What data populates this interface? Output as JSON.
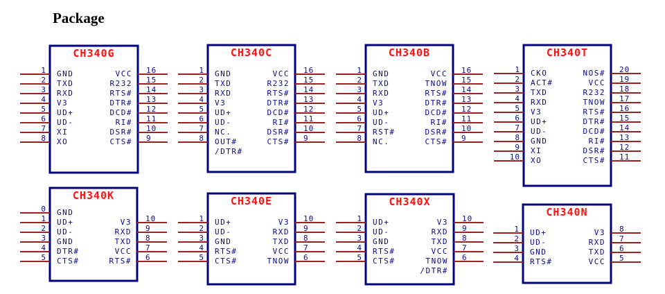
{
  "title": "Package",
  "chips": [
    {
      "name": "CH340G",
      "left_pins": [
        {
          "num": "1",
          "label": "GND"
        },
        {
          "num": "2",
          "label": "TXD"
        },
        {
          "num": "3",
          "label": "RXD"
        },
        {
          "num": "4",
          "label": "V3"
        },
        {
          "num": "5",
          "label": "UD+"
        },
        {
          "num": "6",
          "label": "UD-"
        },
        {
          "num": "7",
          "label": "XI"
        },
        {
          "num": "8",
          "label": "XO"
        }
      ],
      "right_pins": [
        {
          "num": "16",
          "label": "VCC"
        },
        {
          "num": "15",
          "label": "R232"
        },
        {
          "num": "14",
          "label": "RTS#"
        },
        {
          "num": "13",
          "label": "DTR#"
        },
        {
          "num": "12",
          "label": "DCD#"
        },
        {
          "num": "11",
          "label": "RI#"
        },
        {
          "num": "10",
          "label": "DSR#"
        },
        {
          "num": "9",
          "label": "CTS#"
        }
      ],
      "extra_labels": []
    },
    {
      "name": "CH340C",
      "left_pins": [
        {
          "num": "1",
          "label": "GND"
        },
        {
          "num": "2",
          "label": "TXD"
        },
        {
          "num": "3",
          "label": "RXD"
        },
        {
          "num": "4",
          "label": "V3"
        },
        {
          "num": "5",
          "label": "UD+"
        },
        {
          "num": "6",
          "label": "UD-"
        },
        {
          "num": "7",
          "label": "NC."
        },
        {
          "num": "8",
          "label": "OUT#"
        }
      ],
      "right_pins": [
        {
          "num": "16",
          "label": "VCC"
        },
        {
          "num": "15",
          "label": "R232"
        },
        {
          "num": "14",
          "label": "RTS#"
        },
        {
          "num": "13",
          "label": "DTR#"
        },
        {
          "num": "12",
          "label": "DCD#"
        },
        {
          "num": "11",
          "label": "RI#"
        },
        {
          "num": "10",
          "label": "DSR#"
        },
        {
          "num": "9",
          "label": "CTS#"
        }
      ],
      "extra_labels": [
        {
          "side": "left",
          "label": "/DTR#"
        }
      ]
    },
    {
      "name": "CH340B",
      "left_pins": [
        {
          "num": "1",
          "label": "GND"
        },
        {
          "num": "2",
          "label": "TXD"
        },
        {
          "num": "3",
          "label": "RXD"
        },
        {
          "num": "4",
          "label": "V3"
        },
        {
          "num": "5",
          "label": "UD+"
        },
        {
          "num": "6",
          "label": "UD-"
        },
        {
          "num": "7",
          "label": "RST#"
        },
        {
          "num": "8",
          "label": "NC."
        }
      ],
      "right_pins": [
        {
          "num": "16",
          "label": "VCC"
        },
        {
          "num": "15",
          "label": "TNOW"
        },
        {
          "num": "14",
          "label": "RTS#"
        },
        {
          "num": "13",
          "label": "DTR#"
        },
        {
          "num": "12",
          "label": "DCD#"
        },
        {
          "num": "11",
          "label": "RI#"
        },
        {
          "num": "10",
          "label": "DSR#"
        },
        {
          "num": "9",
          "label": "CTS#"
        }
      ],
      "extra_labels": []
    },
    {
      "name": "CH340T",
      "left_pins": [
        {
          "num": "1",
          "label": "CKO"
        },
        {
          "num": "2",
          "label": "ACT#"
        },
        {
          "num": "3",
          "label": "TXD"
        },
        {
          "num": "4",
          "label": "RXD"
        },
        {
          "num": "5",
          "label": "V3"
        },
        {
          "num": "6",
          "label": "UD+"
        },
        {
          "num": "7",
          "label": "UD-"
        },
        {
          "num": "8",
          "label": "GND"
        },
        {
          "num": "9",
          "label": "XI"
        },
        {
          "num": "10",
          "label": "XO"
        }
      ],
      "right_pins": [
        {
          "num": "20",
          "label": "NOS#"
        },
        {
          "num": "19",
          "label": "VCC"
        },
        {
          "num": "18",
          "label": "R232"
        },
        {
          "num": "17",
          "label": "TNOW"
        },
        {
          "num": "16",
          "label": "RTS#"
        },
        {
          "num": "15",
          "label": "DTR#"
        },
        {
          "num": "14",
          "label": "DCD#"
        },
        {
          "num": "13",
          "label": "RI#"
        },
        {
          "num": "12",
          "label": "DSR#"
        },
        {
          "num": "11",
          "label": "CTS#"
        }
      ],
      "extra_labels": []
    },
    {
      "name": "CH340K",
      "left_pins": [
        {
          "num": "0",
          "label": "GND"
        },
        {
          "num": "1",
          "label": "UD+"
        },
        {
          "num": "2",
          "label": "UD-"
        },
        {
          "num": "3",
          "label": "GND"
        },
        {
          "num": "4",
          "label": "DTR#"
        },
        {
          "num": "5",
          "label": "CTS#"
        }
      ],
      "right_pins": [
        null,
        {
          "num": "10",
          "label": "V3"
        },
        {
          "num": "9",
          "label": "RXD"
        },
        {
          "num": "8",
          "label": "TXD"
        },
        {
          "num": "7",
          "label": "VCC"
        },
        {
          "num": "6",
          "label": "RTS#"
        }
      ],
      "extra_labels": []
    },
    {
      "name": "CH340E",
      "left_pins": [
        {
          "num": "1",
          "label": "UD+"
        },
        {
          "num": "2",
          "label": "UD-"
        },
        {
          "num": "3",
          "label": "GND"
        },
        {
          "num": "4",
          "label": "RTS#"
        },
        {
          "num": "5",
          "label": "CTS#"
        }
      ],
      "right_pins": [
        {
          "num": "10",
          "label": "V3"
        },
        {
          "num": "9",
          "label": "RXD"
        },
        {
          "num": "8",
          "label": "TXD"
        },
        {
          "num": "7",
          "label": "VCC"
        },
        {
          "num": "6",
          "label": "TNOW"
        }
      ],
      "extra_labels": []
    },
    {
      "name": "CH340X",
      "left_pins": [
        {
          "num": "1",
          "label": "UD+"
        },
        {
          "num": "2",
          "label": "UD-"
        },
        {
          "num": "3",
          "label": "GND"
        },
        {
          "num": "4",
          "label": "RTS#"
        },
        {
          "num": "5",
          "label": "CTS#"
        }
      ],
      "right_pins": [
        {
          "num": "10",
          "label": "V3"
        },
        {
          "num": "9",
          "label": "RXD"
        },
        {
          "num": "8",
          "label": "TXD"
        },
        {
          "num": "7",
          "label": "VCC"
        },
        {
          "num": "6",
          "label": "TNOW"
        }
      ],
      "extra_labels": [
        {
          "side": "right",
          "label": "/DTR#"
        }
      ]
    },
    {
      "name": "CH340N",
      "left_pins": [
        {
          "num": "1",
          "label": "UD+"
        },
        {
          "num": "2",
          "label": "UD-"
        },
        {
          "num": "3",
          "label": "GND"
        },
        {
          "num": "4",
          "label": "RTS#"
        }
      ],
      "right_pins": [
        {
          "num": "8",
          "label": "V3"
        },
        {
          "num": "7",
          "label": "RXD"
        },
        {
          "num": "6",
          "label": "TXD"
        },
        {
          "num": "5",
          "label": "VCC"
        }
      ],
      "extra_labels": []
    }
  ]
}
